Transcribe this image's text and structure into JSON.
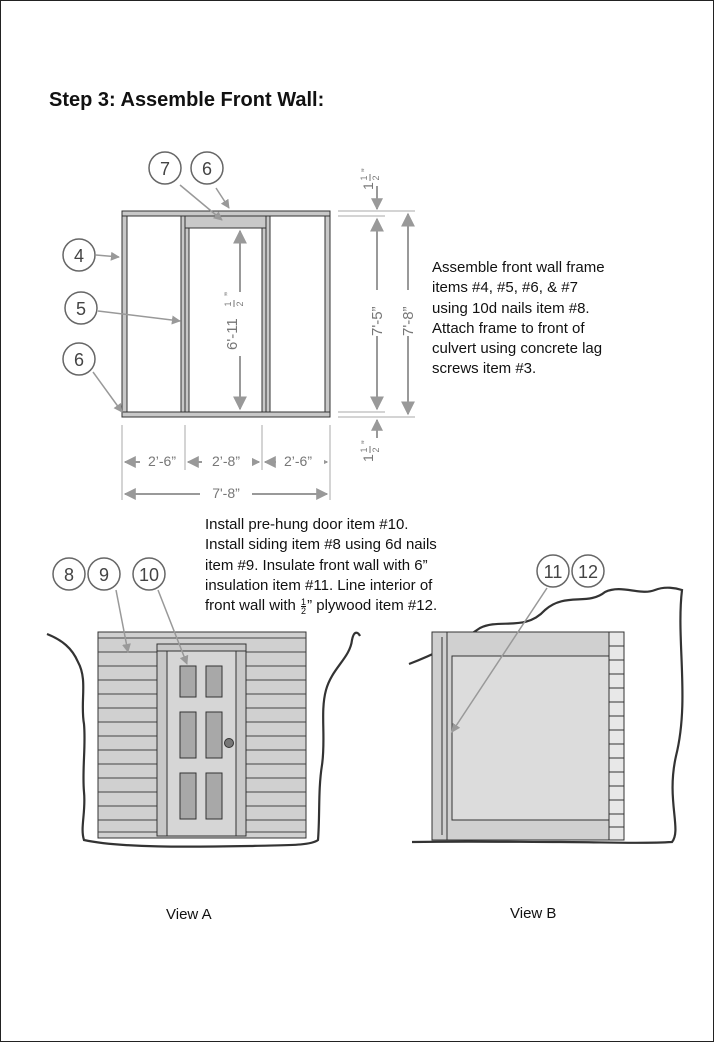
{
  "title": "Step 3: Assemble Front Wall:",
  "frame_callouts": [
    "7",
    "6",
    "4",
    "5",
    "6"
  ],
  "dimensions": {
    "top_plate": "1",
    "bottom_plate": "1",
    "plate_fraction": "1/2",
    "half_num": "1",
    "half_den": "2",
    "quote": "”",
    "opening_height_prefix": "6'-11",
    "inner_height": "7'-5”",
    "outer_height": "7'-8”",
    "left_width": "2’-6”",
    "middle_width": "2’-8”",
    "right_width": "2’-6”",
    "total_width": "7'-8”"
  },
  "step_note_1": [
    "Assemble front wall frame",
    "items #4, #5, #6, & #7",
    "using 10d nails item #8.",
    "Attach frame to front of",
    "culvert using concrete lag",
    "screws item #3."
  ],
  "step_note_2": {
    "lines": [
      "Install pre-hung door item #10.",
      "Install siding item #8 using 6d nails",
      "item #9. Insulate front wall with 6”",
      "insulation item #11. Line interior of"
    ],
    "last_prefix": "front wall with ",
    "last_suffix": "” plywood item #12."
  },
  "view_a": {
    "callouts": [
      "8",
      "9",
      "10"
    ],
    "caption": "View A"
  },
  "view_b": {
    "callouts": [
      "11",
      "12"
    ],
    "caption": "View B"
  },
  "colors": {
    "lumber": "#c8c8c8",
    "line": "#333333",
    "dimension": "#999999",
    "callout": "#666666",
    "window": "#a8a8a8"
  }
}
